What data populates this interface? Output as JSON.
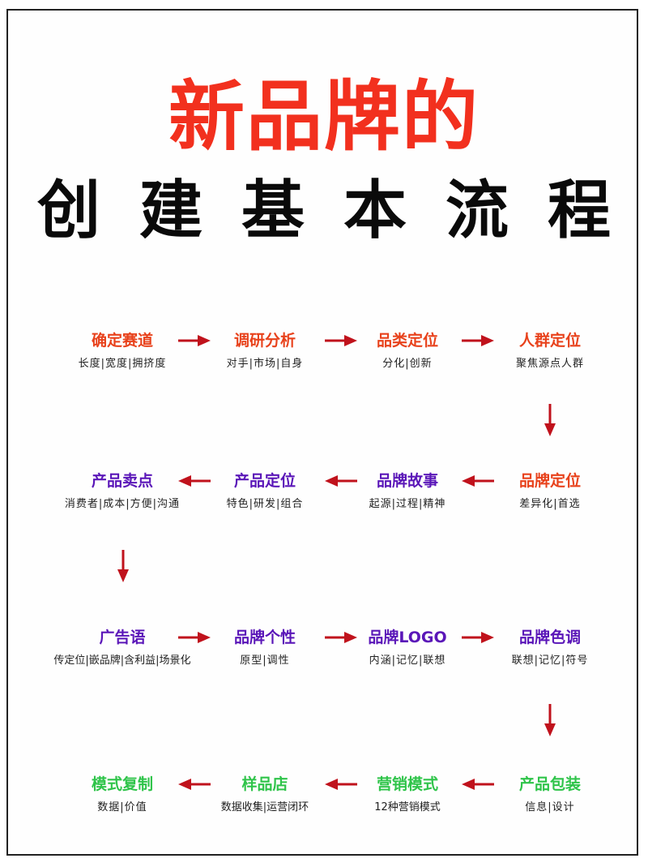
{
  "title": {
    "line1": "新品牌的",
    "line2": [
      "创",
      "建",
      "基",
      "本",
      "流",
      "程"
    ]
  },
  "colors": {
    "title_red": "#f2301e",
    "step_orange": "#e8421c",
    "step_purple": "#5a16b8",
    "step_green": "#2fc44a",
    "arrow": "#c0121c",
    "text": "#222222"
  },
  "rows": [
    {
      "direction": "right",
      "steps": [
        {
          "title": "确定赛道",
          "subtitle": "长度|宽度|拥挤度",
          "color": "orange"
        },
        {
          "title": "调研分析",
          "subtitle": "对手|市场|自身",
          "color": "orange"
        },
        {
          "title": "品类定位",
          "subtitle": "分化|创新",
          "color": "orange"
        },
        {
          "title": "人群定位",
          "subtitle": "聚焦源点人群",
          "color": "orange"
        }
      ]
    },
    {
      "direction": "left",
      "steps": [
        {
          "title": "产品卖点",
          "subtitle": "消费者|成本|方便|沟通",
          "color": "purple"
        },
        {
          "title": "产品定位",
          "subtitle": "特色|研发|组合",
          "color": "purple"
        },
        {
          "title": "品牌故事",
          "subtitle": "起源|过程|精神",
          "color": "purple"
        },
        {
          "title": "品牌定位",
          "subtitle": "差异化|首选",
          "color": "orange"
        }
      ]
    },
    {
      "direction": "right",
      "steps": [
        {
          "title": "广告语",
          "subtitle": "传定位|嵌品牌|含利益|场景化",
          "color": "purple"
        },
        {
          "title": "品牌个性",
          "subtitle": "原型|调性",
          "color": "purple"
        },
        {
          "title": "品牌LOGO",
          "subtitle": "内涵|记忆|联想",
          "color": "purple"
        },
        {
          "title": "品牌色调",
          "subtitle": "联想|记忆|符号",
          "color": "purple"
        }
      ]
    },
    {
      "direction": "left",
      "steps": [
        {
          "title": "模式复制",
          "subtitle": "数据|价值",
          "color": "green"
        },
        {
          "title": "样品店",
          "subtitle": "数据收集|运营闭环",
          "color": "green"
        },
        {
          "title": "营销模式",
          "subtitle": "12种营销模式",
          "color": "green"
        },
        {
          "title": "产品包装",
          "subtitle": "信息|设计",
          "color": "green"
        }
      ]
    }
  ]
}
